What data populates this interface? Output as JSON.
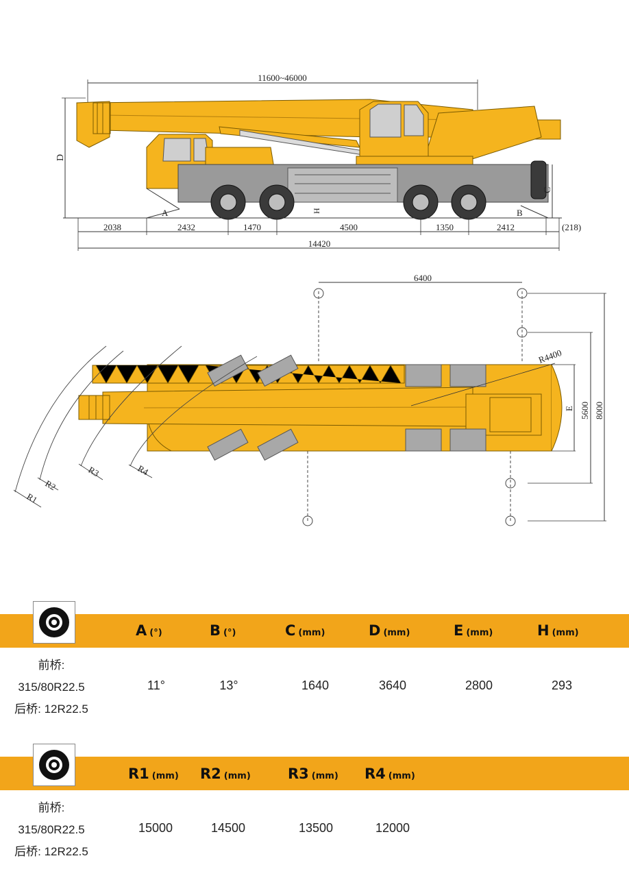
{
  "side_view": {
    "boom_length": "11600~46000",
    "label_d": "D",
    "label_c": "C",
    "label_h": "H",
    "label_a": "A",
    "label_b": "B",
    "dims": [
      "2038",
      "2432",
      "1470",
      "4500",
      "1350",
      "2412"
    ],
    "rear_overhang": "(218)",
    "total_length": "14420"
  },
  "top_view": {
    "outrigger_span_long": "6400",
    "swing_radius": "R4400",
    "outrigger_width_mid": "5600",
    "outrigger_width_full": "8000",
    "label_e": "E",
    "radii": [
      "R1",
      "R2",
      "R3",
      "R4"
    ]
  },
  "table1": {
    "headers": [
      {
        "key": "A",
        "unit": "(°)"
      },
      {
        "key": "B",
        "unit": "(°)"
      },
      {
        "key": "C",
        "unit": "(mm)"
      },
      {
        "key": "D",
        "unit": "(mm)"
      },
      {
        "key": "E",
        "unit": "(mm)"
      },
      {
        "key": "H",
        "unit": "(mm)"
      }
    ],
    "tire_lines": [
      "前桥:",
      "315/80R22.5",
      "后桥: 12R22.5"
    ],
    "values": [
      "11°",
      "13°",
      "1640",
      "3640",
      "2800",
      "293"
    ]
  },
  "table2": {
    "headers": [
      {
        "key": "R1",
        "unit": "(mm)"
      },
      {
        "key": "R2",
        "unit": "(mm)"
      },
      {
        "key": "R3",
        "unit": "(mm)"
      },
      {
        "key": "R4",
        "unit": "(mm)"
      }
    ],
    "tire_lines": [
      "前桥:",
      "315/80R22.5",
      "后桥: 12R22.5"
    ],
    "values": [
      "15000",
      "14500",
      "13500",
      "12000"
    ]
  },
  "colors": {
    "accent": "#f2a51a",
    "crane_body": "#f5b41e",
    "chassis": "#8c8c8c"
  },
  "icons": [
    "tire-icon"
  ]
}
